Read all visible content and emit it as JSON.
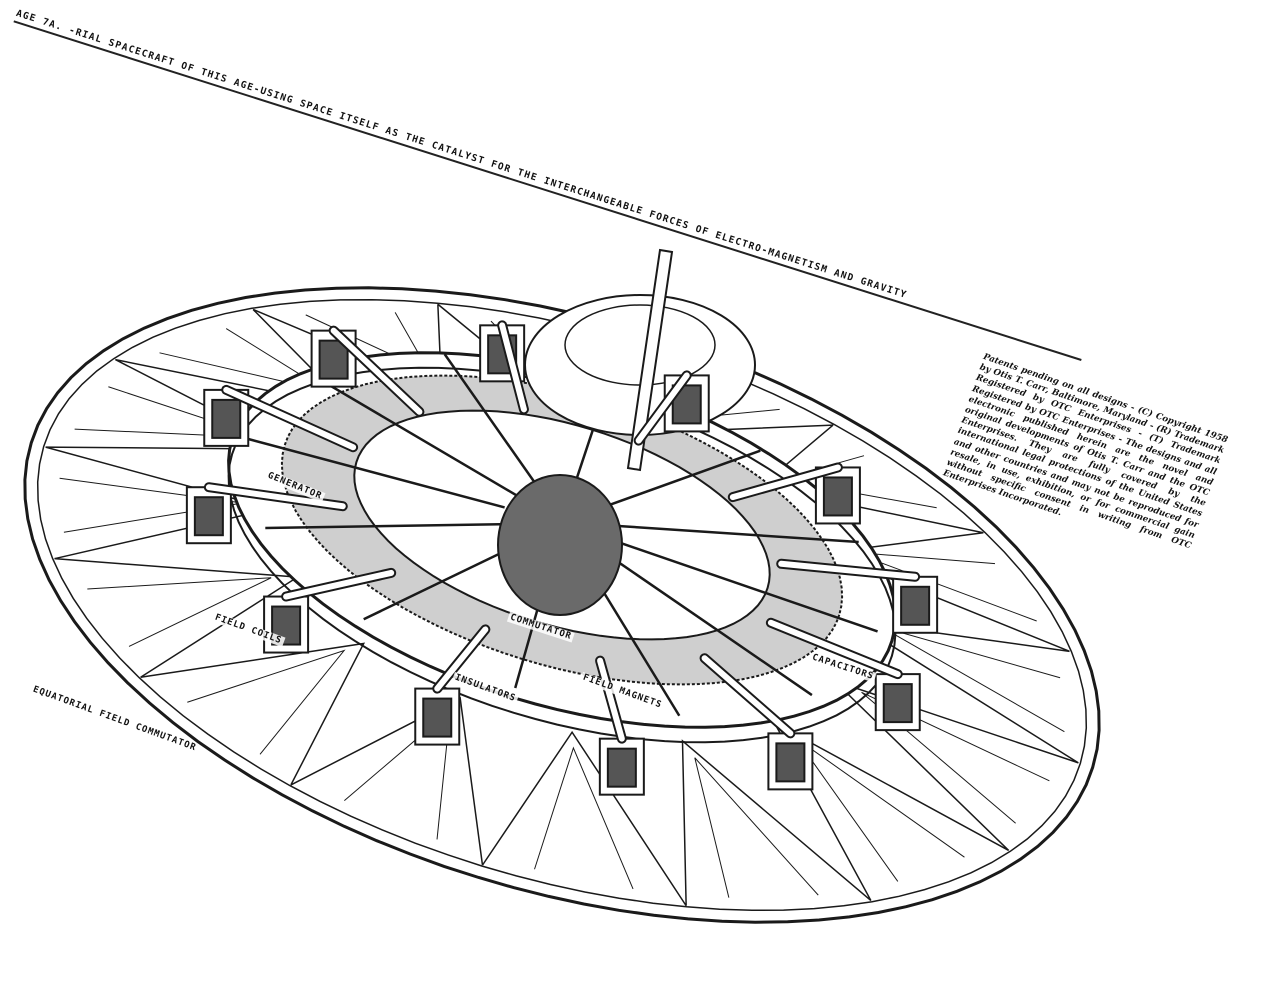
{
  "title": "AGE 7A. -RIAL SPACECRAFT OF THIS AGE-USING SPACE ITSELF AS THE CATALYST FOR THE INTERCHANGEABLE FORCES OF ELECTRO-MAGNETISM AND GRAVITY",
  "note": "Patents pending on all designs - (C) Copyright 1958 by Otis T. Carr, Baltimore, Maryland - (R) Trademark Registered by OTC Enterprises - (T) Trademark Registered by OTC Enterprises - The designs and all electronic published herein are the novel and original developments of Otis T. Carr and the OTC Enterprises. They are fully covered by the international legal protections of the United States and other countries and may not be reproduced for resale, in use, exhibition, or for commercial gain without specific consent in writing from OTC Enterprises Incorporated.",
  "labels": {
    "generator": "GENERATOR",
    "field_coils": "FIELD COILS",
    "commutator": "COMMUTATOR",
    "insulators": "INSULATORS",
    "field_magnets": "FIELD MAGNETS",
    "capacitors": "CAPACITORS",
    "equatorial": "EQUATORIAL FIELD COMMUTATOR"
  },
  "colors": {
    "ink": "#1a1a1a",
    "shade": "#555555",
    "paper": "#ffffff"
  }
}
